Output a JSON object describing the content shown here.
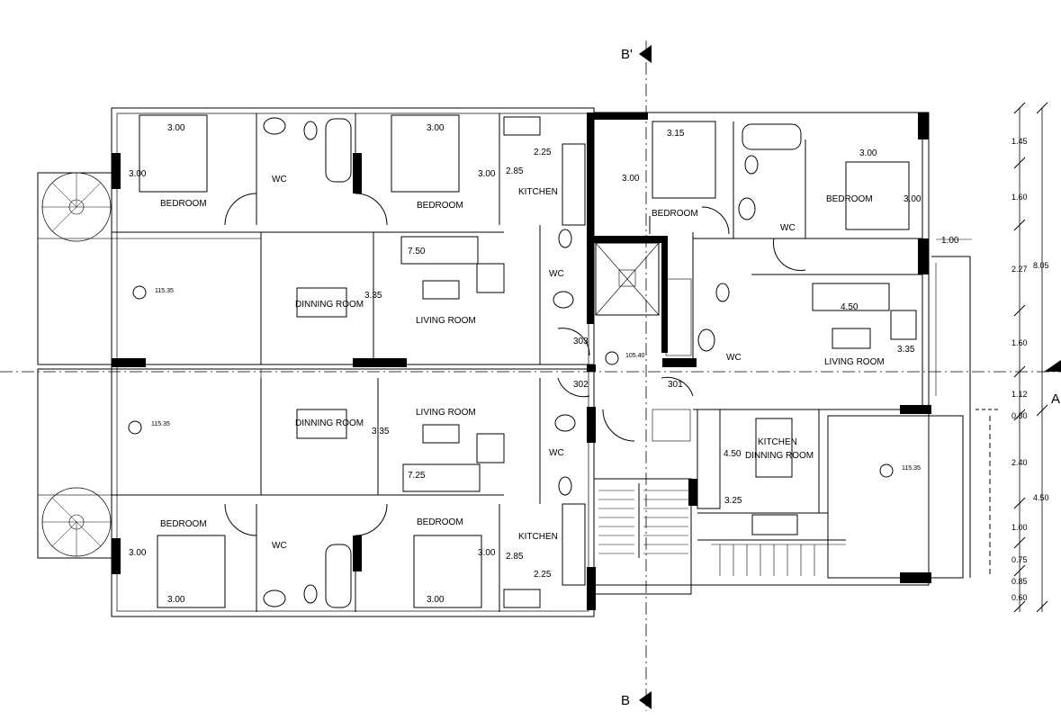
{
  "section_marks": {
    "b_prime": "B'",
    "b": "B",
    "a": "A"
  },
  "rooms": {
    "bedroom": "BEDROOM",
    "wc": "WC",
    "kitchen": "KITCHEN",
    "dining": "DINNING ROOM",
    "living": "LIVING ROOM",
    "kitchen_dining_1": "KITCHEN",
    "kitchen_dining_2": "DINNING ROOM"
  },
  "units": {
    "u303": "303",
    "u302": "302",
    "u301": "301"
  },
  "levels": {
    "terrace": "115.35",
    "landing": "105.40"
  },
  "dims": {
    "d300": "3.00",
    "d315": "3.15",
    "d225": "2.25",
    "d285": "2.85",
    "d750": "7.50",
    "d725": "7.25",
    "d335": "3.35",
    "d450": "4.50",
    "d100": "1.00",
    "d325": "3.25"
  },
  "right_dims": [
    "1.45",
    "1.60",
    "2.27",
    "1.60",
    "1.12",
    "0.30",
    "2.40",
    "1.00",
    "0.75",
    "0.85",
    "0.60"
  ],
  "right_totals": {
    "top": "8.05",
    "bottom": "4.50"
  }
}
